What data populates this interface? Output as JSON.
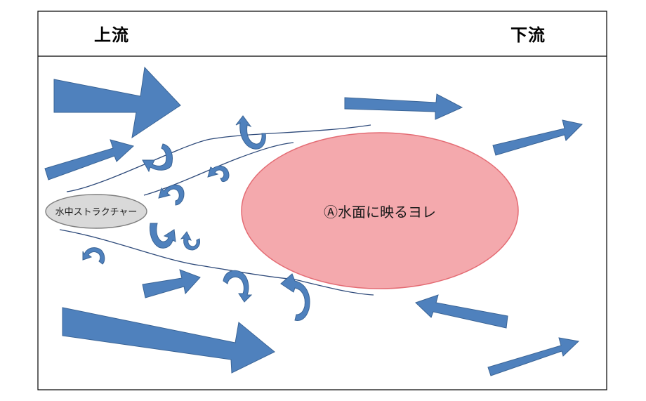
{
  "header": {
    "upstream_label": "上流",
    "downstream_label": "下流"
  },
  "structure": {
    "label": "水中ストラクチャー"
  },
  "surface_feature": {
    "label": "Ⓐ水面に映るヨレ"
  },
  "colors": {
    "arrow_fill": "#4f81bd",
    "arrow_stroke": "#3a6496",
    "ellipse_fill": "#f4a9ad",
    "ellipse_stroke": "#e46c74",
    "structure_fill": "#d9d9d9",
    "structure_stroke": "#7f7f7f",
    "line_color": "#1f3864",
    "frame": "#000000"
  }
}
